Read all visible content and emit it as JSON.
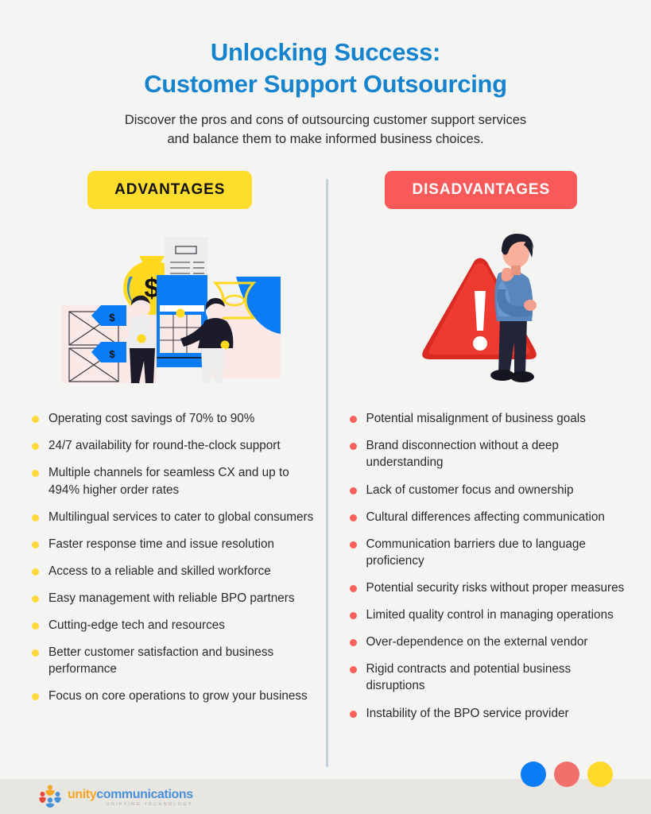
{
  "header": {
    "title_line1": "Unlocking Success:",
    "title_line2": "Customer Support Outsourcing",
    "subtitle_line1": "Discover the pros and cons of outsourcing customer support services",
    "subtitle_line2": "and balance them to make informed business choices."
  },
  "advantages": {
    "badge": "ADVANTAGES",
    "illustration": "business-savings-illustration",
    "items": [
      "Operating cost savings of 70% to 90%",
      "24/7 availability for round-the-clock support",
      "Multiple channels for seamless CX and up to 494% higher order rates",
      "Multilingual services to cater to global consumers",
      "Faster response time and issue resolution",
      "Access to a reliable and skilled workforce",
      "Easy management with reliable BPO partners",
      "Cutting-edge tech and resources",
      "Better customer satisfaction and business performance",
      "Focus on core operations to grow your business"
    ]
  },
  "disadvantages": {
    "badge": "DISADVANTAGES",
    "illustration": "warning-triangle-worried-man-illustration",
    "items": [
      "Potential misalignment of business goals",
      "Brand disconnection without a deep understanding",
      "Lack of customer focus and ownership",
      "Cultural differences affecting communication",
      "Communication barriers due to language proficiency",
      "Potential security risks without proper measures",
      "Limited quality control in managing operations",
      "Over-dependence on the external vendor",
      "Rigid contracts and potential business disruptions",
      "Instability of the BPO service provider"
    ]
  },
  "footer": {
    "logo_unity": "unity",
    "logo_communications": "communications",
    "logo_tagline": "UNIFYING TECHNOLOGY",
    "dots": [
      "blue",
      "red",
      "yellow"
    ]
  },
  "colors": {
    "background": "#F4F4F2",
    "title_blue": "#1583CE",
    "advantage_yellow": "#FFDD2D",
    "disadvantage_red": "#F85A5A",
    "bullet_yellow": "#FFD93D",
    "bullet_red": "#F8615C",
    "divider": "#C2CFDF",
    "footer_bar": "#E8E6E1",
    "text_dark": "#2A2A2E",
    "logo_orange": "#F5A623",
    "logo_blue": "#4A90D9",
    "dot_blue": "#0A7CF5",
    "dot_red": "#F1706C",
    "dot_yellow": "#FFD929"
  }
}
